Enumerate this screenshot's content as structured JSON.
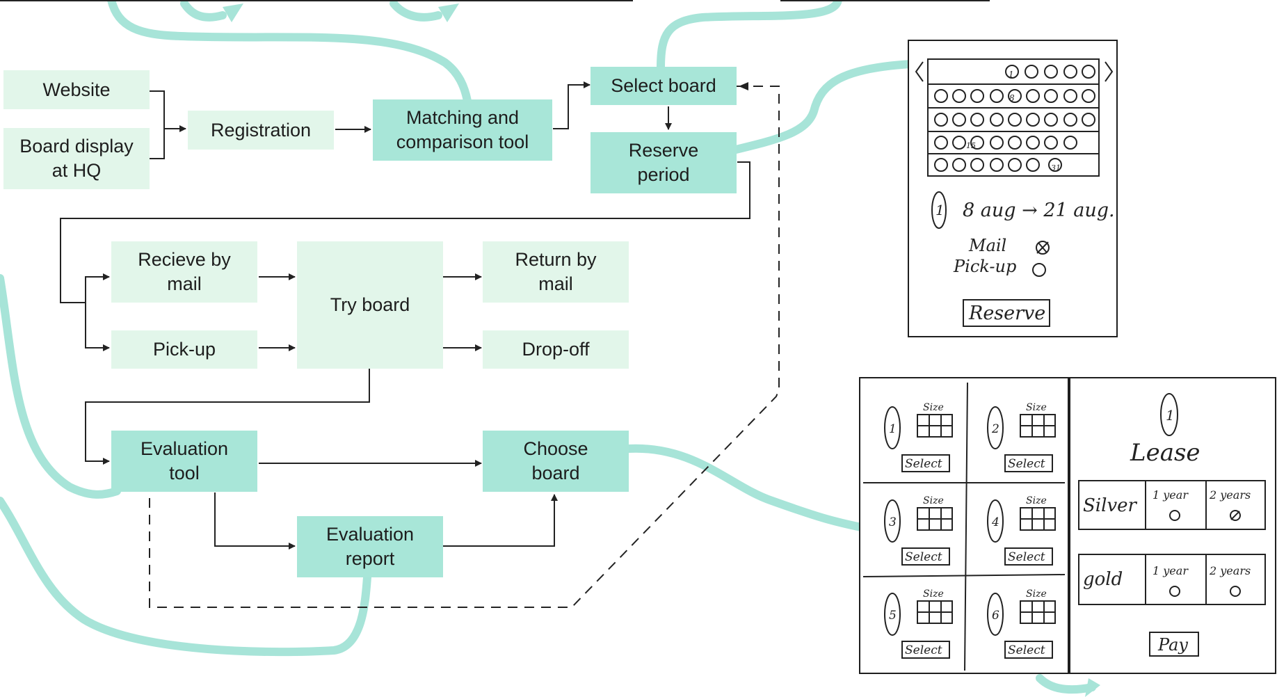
{
  "colors": {
    "light_box": "#e2f6ea",
    "dark_box": "#a8e6d8",
    "connector": "#a7e4d8",
    "line": "#222222"
  },
  "nodes": {
    "website": "Website",
    "board_display": "Board display\nat HQ",
    "registration": "Registration",
    "matching_tool": "Matching and\ncomparison tool",
    "select_board": "Select board",
    "reserve_period": "Reserve\nperiod",
    "receive_by_mail": "Recieve by\nmail",
    "pick_up": "Pick-up",
    "try_board": "Try board",
    "return_by_mail": "Return by\nmail",
    "drop_off": "Drop-off",
    "evaluation_tool": "Evaluation\ntool",
    "choose_board": "Choose\nboard",
    "evaluation_report": "Evaluation\nreport"
  },
  "sketch_reserve": {
    "board_number": "1",
    "date_range": "8 aug → 21 aug.",
    "option_mail": "Mail",
    "option_pickup": "Pick-up",
    "reserve_button": "Reserve",
    "calendar_marks": [
      "1",
      "8",
      "15",
      "31"
    ]
  },
  "sketch_select": {
    "size_label": "Size",
    "select_label": "Select",
    "boards": [
      "1",
      "2",
      "3",
      "4",
      "5",
      "6"
    ]
  },
  "sketch_lease": {
    "board_number": "1",
    "title": "Lease",
    "tiers": [
      {
        "name": "Silver",
        "opt1": "1 year",
        "opt2": "2 years"
      },
      {
        "name": "gold",
        "opt1": "1 year",
        "opt2": "2 years"
      }
    ],
    "pay_button": "Pay"
  }
}
